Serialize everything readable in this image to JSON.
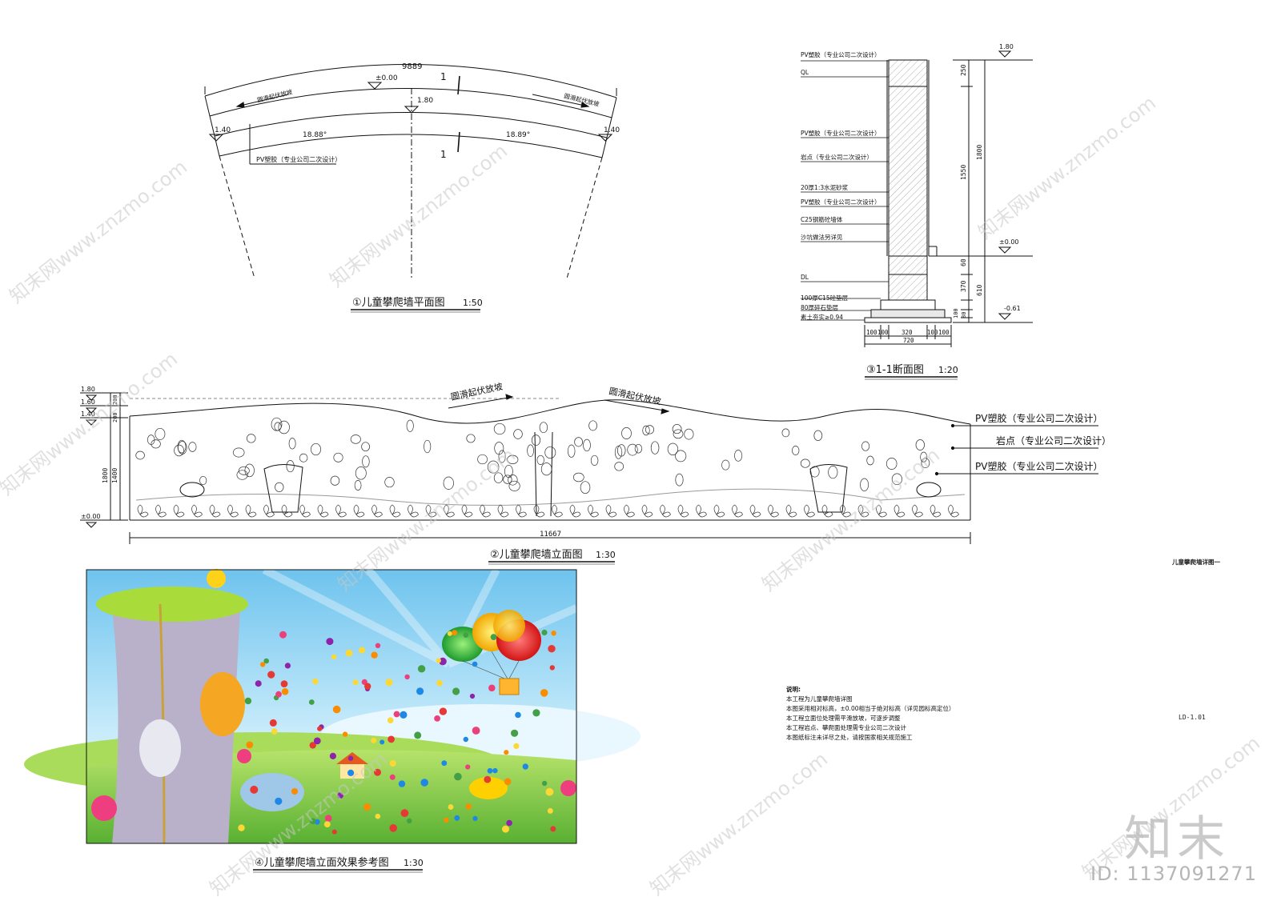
{
  "plan": {
    "title": "①儿童攀爬墙平面图",
    "scale": "1:50",
    "total_length": "9889",
    "section_mark": "1",
    "level_top": "±0.00",
    "level_mid": "1.80",
    "level_left": "1.40",
    "level_right": "1.40",
    "slope_left": "18.88°",
    "slope_right": "18.89°",
    "slope_note_left": "圆滑起伏放坡",
    "slope_note_right": "圆滑起伏放坡",
    "pv_note": "PV塑胶（专业公司二次设计）"
  },
  "section": {
    "title": "③1-1断面图",
    "scale": "1:20",
    "labels": [
      "PV塑胶（专业公司二次设计）",
      "QL",
      "PV塑胶（专业公司二次设计）",
      "岩点（专业公司二次设计）",
      "20厚1:3水泥砂浆",
      "PV塑胶（专业公司二次设计）",
      "C25钢筋砼墙体",
      "沙坑做法另详见",
      "DL",
      "100厚C15砼垫层",
      "80厚碎石垫层",
      "素土夯实≥0.94"
    ],
    "level_top": "1.80",
    "level_ground": "±0.00",
    "level_bottom": "-0.61",
    "dims_right": [
      "250",
      "1550",
      "1800",
      "60",
      "370",
      "610",
      "80",
      "100"
    ],
    "dims_bottom": [
      "100",
      "100",
      "320",
      "100",
      "100"
    ],
    "dim_total_bottom": "720"
  },
  "elevation": {
    "title": "②儿童攀爬墙立面图",
    "scale": "1:30",
    "total_length": "11667",
    "levels": [
      "1.80",
      "1.60",
      "1.40",
      "±0.00"
    ],
    "dims_left": [
      "200",
      "200",
      "1800",
      "1400"
    ],
    "slope_note_1": "圆滑起伏放坡",
    "slope_note_2": "圆滑起伏放坡",
    "callouts": [
      "PV塑胶（专业公司二次设计）",
      "岩点（专业公司二次设计）",
      "PV塑胶（专业公司二次设计）"
    ]
  },
  "render": {
    "title": "④儿童攀爬墙立面效果参考图",
    "scale": "1:30"
  },
  "notes": {
    "heading": "说明:",
    "lines": [
      "本工程为儿童攀爬墙详图",
      "本图采用相对标高，±0.00相当于绝对标高（详见园标高定位）",
      "本工程立面位处理需平滑放坡，可逐步调整",
      "本工程岩点、攀爬面处理需专业公司二次设计",
      "本图纸标注未详尽之处，请按国家相关规范施工"
    ]
  },
  "sheet": {
    "name": "儿童攀爬墙详图一",
    "drawing_no": "LD-1.01"
  },
  "watermark": {
    "logo": "知末",
    "id": "ID: 1137091271",
    "text": "知末网www.znzmo.com"
  },
  "colors": {
    "sky": "#8fd3f2",
    "grass": "#7cc440",
    "tree": "#b8b0c8",
    "line": "#111111"
  }
}
